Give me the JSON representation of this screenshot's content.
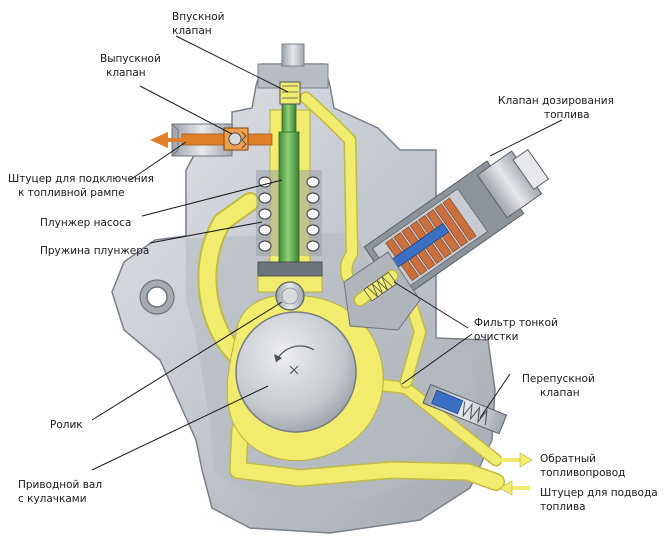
{
  "labels": {
    "inlet_valve": [
      "Впускной",
      "клапан"
    ],
    "outlet_valve": [
      "Выпускной",
      "клапан"
    ],
    "metering_valve": [
      "Клапан дозирования",
      "топлива"
    ],
    "rail_connector": [
      "Штуцер для подключения",
      "к топливной рампе"
    ],
    "pump_plunger": [
      "Плунжер насоса"
    ],
    "plunger_spring": [
      "Пружина плунжера"
    ],
    "fine_filter": [
      "Фильтр тонкой",
      "очистки"
    ],
    "bypass_valve": [
      "Перепускной",
      "клапан"
    ],
    "roller": [
      "Ролик"
    ],
    "return_line": [
      "Обратный",
      "топливопровод"
    ],
    "camshaft": [
      "Приводной вал",
      "с кулачками"
    ],
    "supply_connector": [
      "Штуцер для подвода",
      "топлива"
    ]
  },
  "colors": {
    "housing": "#c9cdd4",
    "housing_dark": "#8e949c",
    "fuel": "#f2ec6e",
    "plunger": "#5db04a",
    "valve_orange": "#e07f2a",
    "metering_blue": "#3a6fc4",
    "coil": "#c9703e"
  }
}
